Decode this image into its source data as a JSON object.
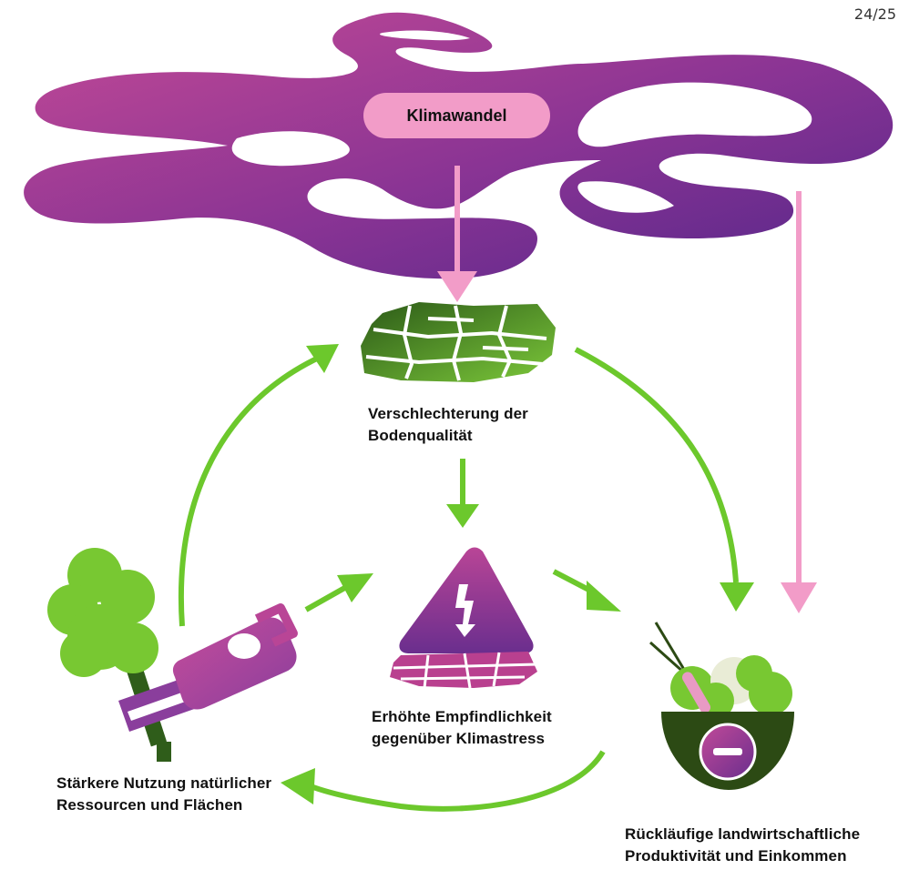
{
  "page_number": "24/25",
  "nodes": {
    "climate_change": "Klimawandel",
    "soil_degradation": [
      "Verschlechterung der",
      "Bodenqualität"
    ],
    "vulnerability": [
      "Erhöhte Empfindlichkeit",
      "gegenüber Klimastress"
    ],
    "resource_use": [
      "Stärkere Nutzung natürlicher",
      "Ressourcen und Flächen"
    ],
    "productivity": [
      "Rückläufige landwirtschaftliche",
      "Produktivität und Einkommen"
    ]
  },
  "colors": {
    "arrow_green": "#6cc82c",
    "arrow_pink": "#f29cc8",
    "cloud_magenta": "#b94495",
    "cloud_purple": "#5c2a8c",
    "soil_dark_green": "#2f5d1a",
    "foliage_green": "#78c832",
    "bowl_dark": "#2c4a14"
  },
  "icons": [
    "cloud-swirl-icon",
    "cracked-soil-icon",
    "warning-triangle-icon",
    "tree-icon",
    "chainsaw-icon",
    "vegetable-bowl-icon",
    "minus-icon"
  ]
}
